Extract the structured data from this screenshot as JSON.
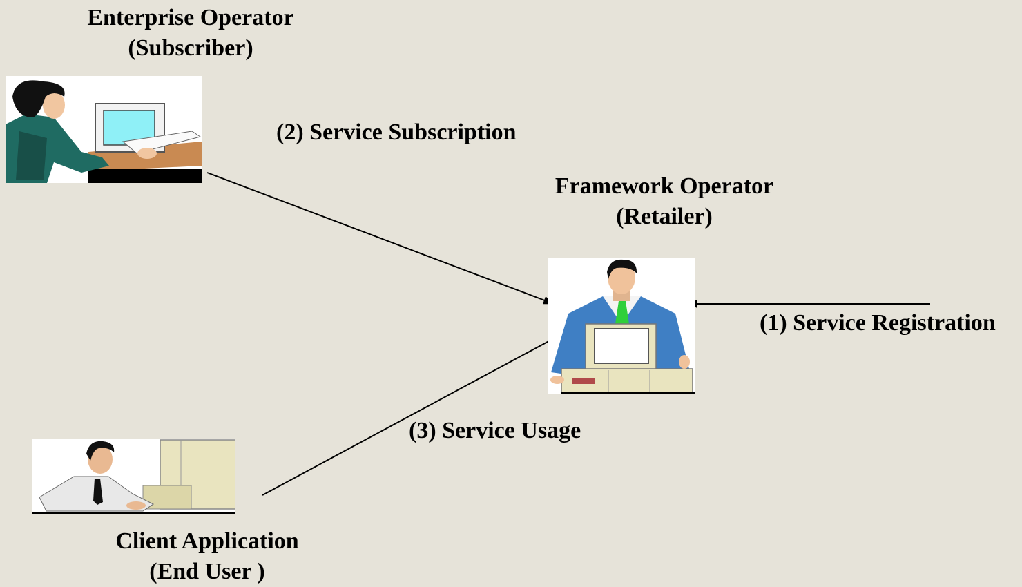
{
  "nodes": {
    "enterprise": {
      "title": "Enterprise Operator",
      "subtitle": "(Subscriber)"
    },
    "framework": {
      "title": "Framework Operator",
      "subtitle": "(Retailer)"
    },
    "client": {
      "title": "Client Application",
      "subtitle": "(End User )"
    }
  },
  "edges": {
    "registration": "(1) Service Registration",
    "subscription": "(2) Service Subscription",
    "usage": "(3) Service Usage"
  },
  "icons": {
    "enterprise": "woman-at-computer-icon",
    "framework": "man-at-computer-icon",
    "client": "man-at-terminal-icon"
  },
  "colors": {
    "background": "#e6e3d9",
    "suit_teal": "#1f6b62",
    "suit_blue": "#3f7fc4",
    "tie_green": "#2fcf3a",
    "screen_cyan": "#8ff0f7",
    "computer_beige": "#e9e4bf",
    "line": "#000000"
  }
}
